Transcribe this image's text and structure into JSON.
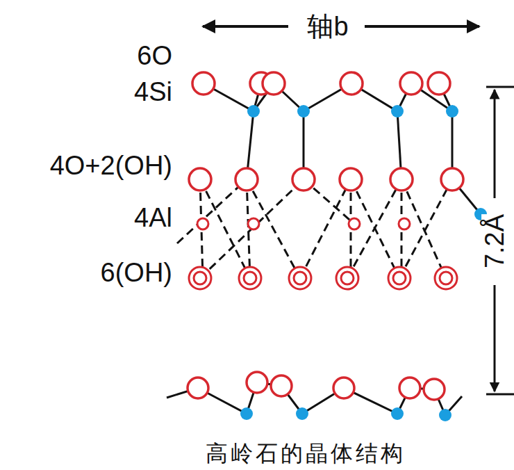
{
  "diagram": {
    "caption": "高岭石的晶体结构",
    "labels": [
      "轴b",
      "6O",
      "4Si",
      "4O+2(OH)",
      "4Al",
      "6(OH)",
      "7.2Å"
    ]
  }
}
